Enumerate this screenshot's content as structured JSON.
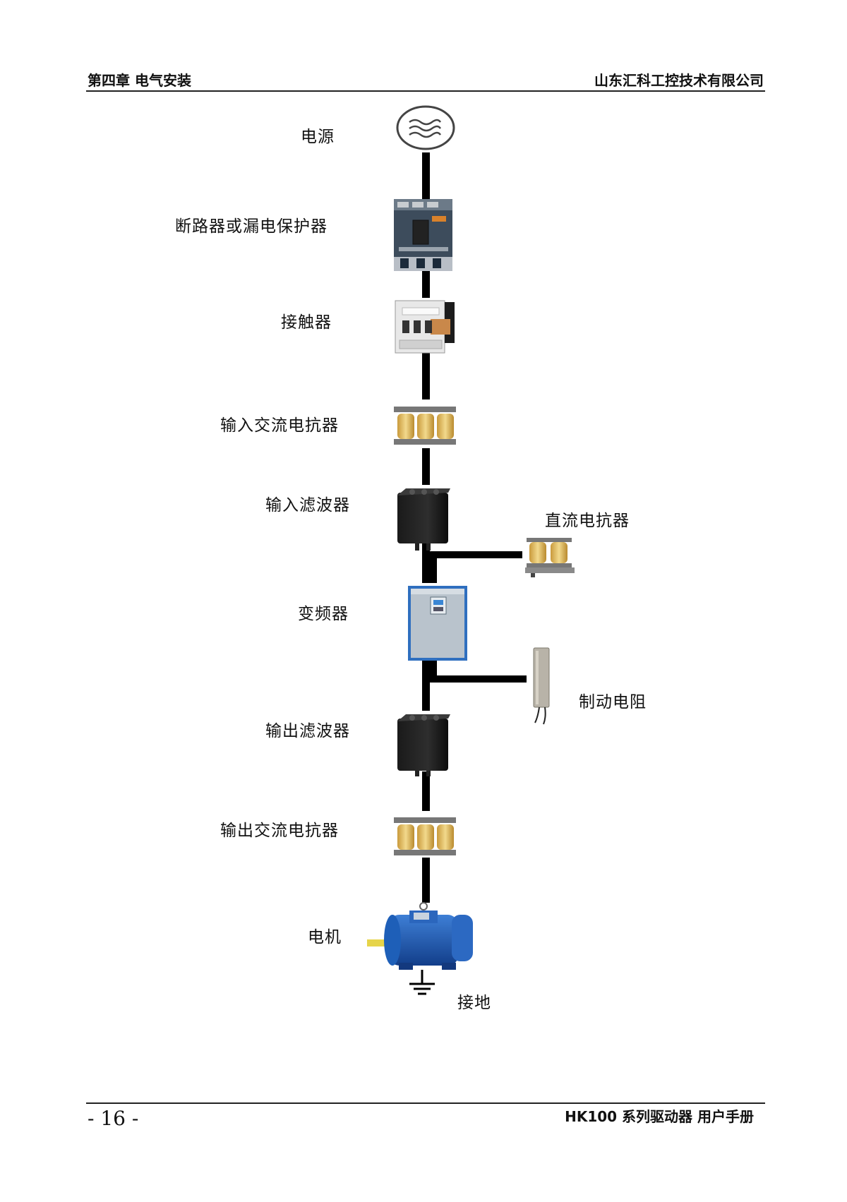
{
  "header": {
    "chapter": "第四章  电气安装",
    "company": "山东汇科工控技术有限公司"
  },
  "diagram": {
    "power_source": "电源",
    "breaker": "断路器或漏电保护器",
    "contactor": "接触器",
    "input_ac_reactor": "输入交流电抗器",
    "input_filter": "输入滤波器",
    "dc_reactor": "直流电抗器",
    "inverter": "变频器",
    "braking_resistor": "制动电阻",
    "output_filter": "输出滤波器",
    "output_ac_reactor": "输出交流电抗器",
    "motor": "电机",
    "ground": "接地"
  },
  "footer": {
    "page_number": "- 16 -",
    "manual_title": "HK100 系列驱动器  用户手册"
  }
}
